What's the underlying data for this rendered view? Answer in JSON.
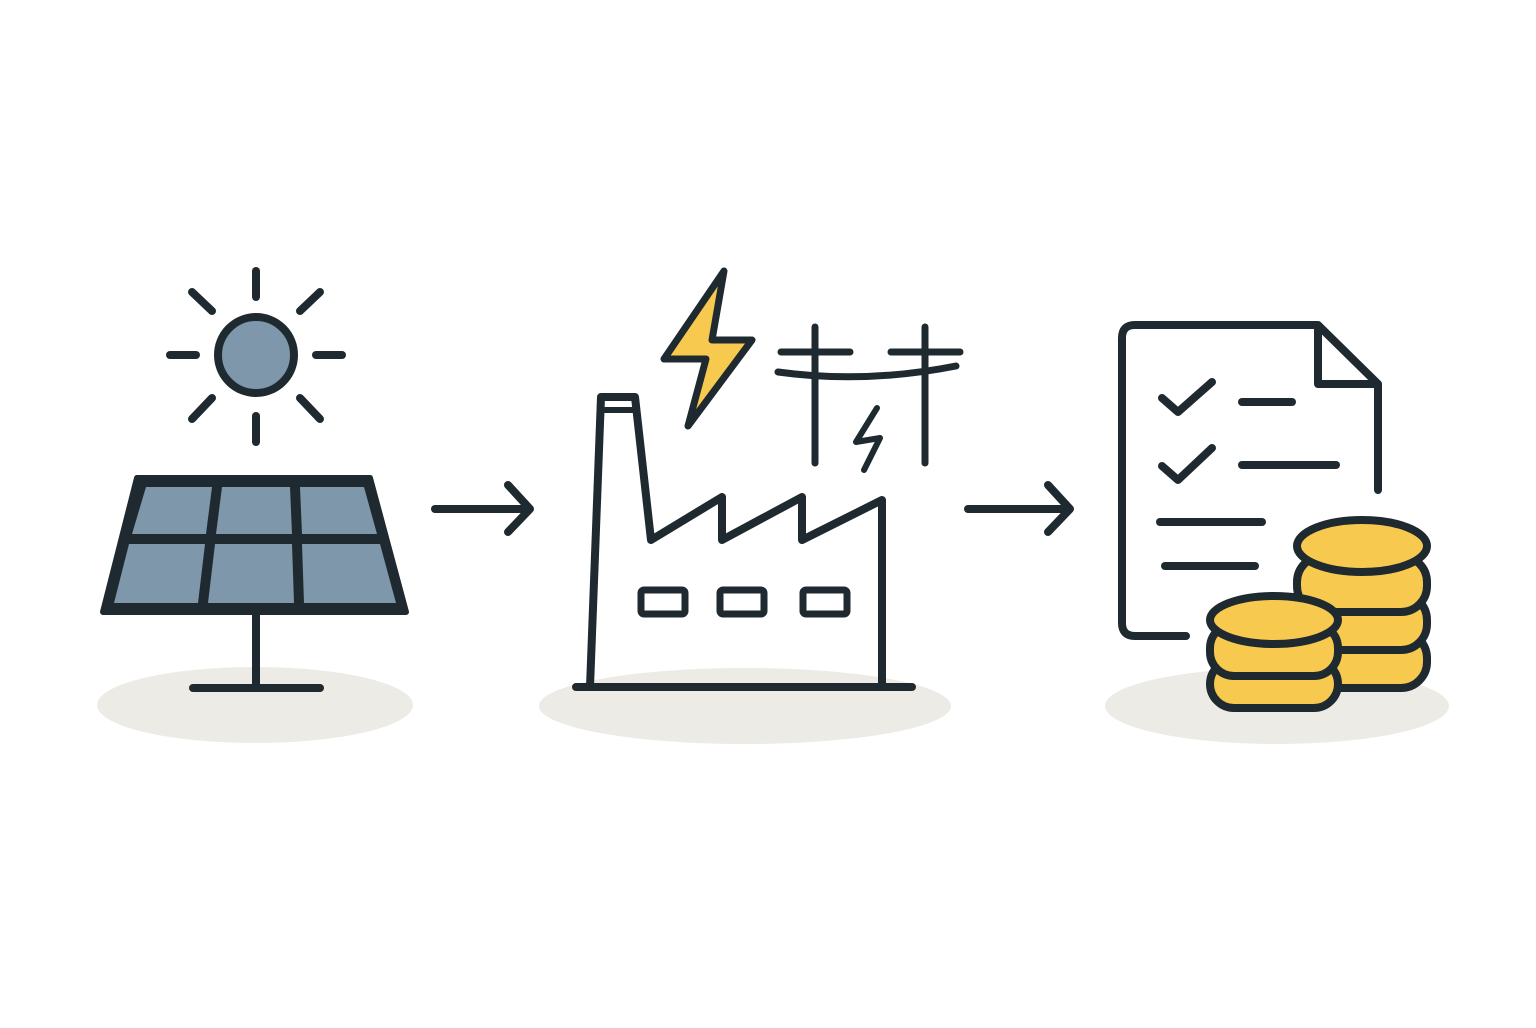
{
  "colors": {
    "background": "#ffffff",
    "outline": "#1f2a30",
    "panel_fill": "#7f97ab",
    "sun_fill": "#7f97ab",
    "bolt_fill": "#f8c94f",
    "coin_fill": "#f8c94f",
    "shadow": "#ecebe6"
  },
  "nodes": [
    {
      "id": "solar",
      "icon": "solar-panel-with-sun-icon"
    },
    {
      "id": "factory",
      "icon": "factory-with-power-lines-icon"
    },
    {
      "id": "billing",
      "icon": "checklist-document-with-coins-icon"
    }
  ],
  "edges": [
    {
      "from": "solar",
      "to": "factory",
      "icon": "arrow-right-icon"
    },
    {
      "from": "factory",
      "to": "billing",
      "icon": "arrow-right-icon"
    }
  ]
}
